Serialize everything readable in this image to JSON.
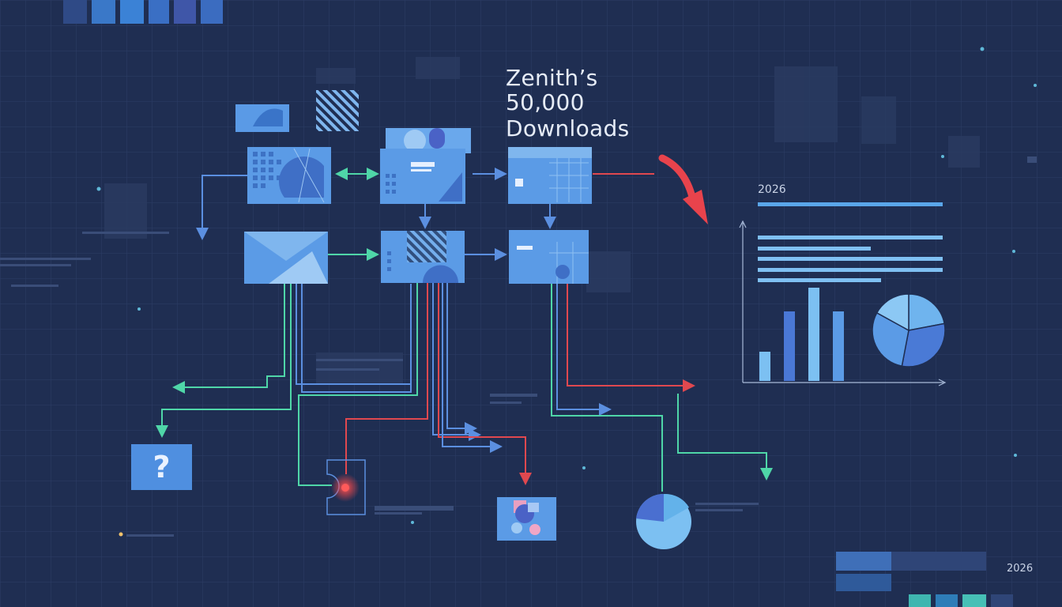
{
  "headline": {
    "line1": "Zenith’s",
    "line2": "50,000",
    "line3": "Downloads"
  },
  "chart_panel": {
    "year_label": "2026"
  },
  "corner_year": "2026",
  "help_box": {
    "symbol": "?"
  },
  "colors": {
    "background": "#1f2e52",
    "node": "#5b9be6",
    "connector_blue": "#5b8fe0",
    "connector_green": "#4fd6a8",
    "connector_red": "#e0484f",
    "accent_red": "#e8434c"
  },
  "chart_data": {
    "type": "bar",
    "categories": [
      "",
      "",
      "",
      ""
    ],
    "values": [
      37,
      88,
      118,
      88
    ],
    "ylim": [
      0,
      200
    ],
    "xlabel": "",
    "ylabel": ""
  },
  "pie_data": {
    "type": "pie",
    "values": [
      22,
      31,
      30,
      17
    ]
  }
}
